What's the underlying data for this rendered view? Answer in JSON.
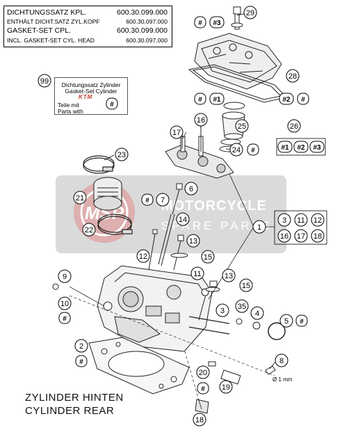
{
  "gasket_set": {
    "line1_label": "DICHTUNGSSATZ KPL.",
    "line1_number": "600.30.099.000",
    "line2_label": "ENTHÄLT DICHT.SATZ ZYL.KOPF",
    "line2_number": "600.30.097.000",
    "line3_label": "GASKET-SET CPL.",
    "line3_number": "600.30.099.000",
    "line4_label": "INCL. GASKET-SET CYL. HEAD",
    "line4_number": "600.30.097.000"
  },
  "cylinder_kit": {
    "callout": "99",
    "title_de": "Dichtungssatz Zylinder",
    "title_en": "Gasket-Set Cylinder",
    "brand": "KTM",
    "parts_with_de": "Teile mit",
    "parts_with_en": "Parts with",
    "parts_with_badge": "#"
  },
  "watermark": {
    "logo": "MSP",
    "line1": "MOTORCYCLE",
    "line2": "SPARE PARTS"
  },
  "footer": {
    "title_de": "ZYLINDER HINTEN",
    "title_en": "CYLINDER REAR"
  },
  "callouts": {
    "c29": "29",
    "c28": "28",
    "c25": "25",
    "c24": "24",
    "c26": "26",
    "c16_top": "16",
    "c17_top": "17",
    "c23": "23",
    "c21": "21",
    "c22": "22",
    "c6": "6",
    "c7": "7",
    "c14": "14",
    "c13": "13",
    "c12": "12",
    "c15": "15",
    "c11": "11",
    "c1": "1",
    "c3_r": "3",
    "c11_r": "11",
    "c12_r": "12",
    "c16_r": "16",
    "c17_r": "17",
    "c18_r": "18",
    "c9": "9",
    "c10": "10",
    "c13_b": "13",
    "c15_b": "15",
    "c3": "3",
    "c35": "35",
    "c4": "4",
    "c5": "5",
    "c2": "2",
    "c8": "8",
    "c20": "20",
    "c19": "19",
    "c18": "18"
  },
  "badges": {
    "hash": "#",
    "hash1": "#1",
    "hash2": "#2",
    "hash3": "#3"
  },
  "annotation_1mm": "Ø 1 mm"
}
